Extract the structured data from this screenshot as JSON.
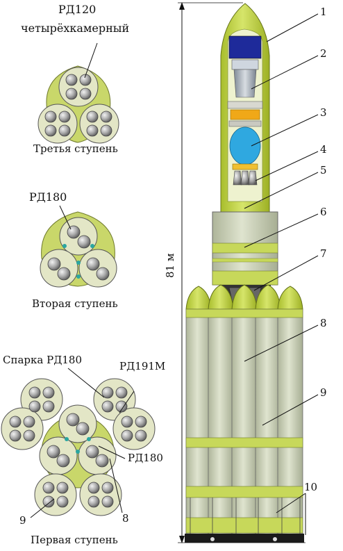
{
  "stage3": {
    "engine_line1": "РД120",
    "engine_line2": "четырёхкамерный",
    "caption": "Третья ступень"
  },
  "stage2": {
    "engine": "РД180",
    "caption": "Вторая ступень"
  },
  "stage1": {
    "twin_engine": "Спарка РД180",
    "engine_right": "РД191М",
    "engine_center": "РД180",
    "caption": "Первая ступень",
    "callout_9": "9",
    "callout_8": "8"
  },
  "rocket": {
    "height_label": "81 м",
    "callouts": [
      "1",
      "2",
      "3",
      "4",
      "5",
      "6",
      "7",
      "8",
      "9",
      "10"
    ]
  },
  "colors": {
    "body_green": "#d3dc9a",
    "core_grey": "#c6cdb2",
    "nose_yellow": "#c4d84a",
    "payload_blue": "#1e2a9a",
    "tank_cyan": "#2fa8e0",
    "ring_orange": "#f0a818",
    "engine_grey": "#8a8a8a"
  }
}
